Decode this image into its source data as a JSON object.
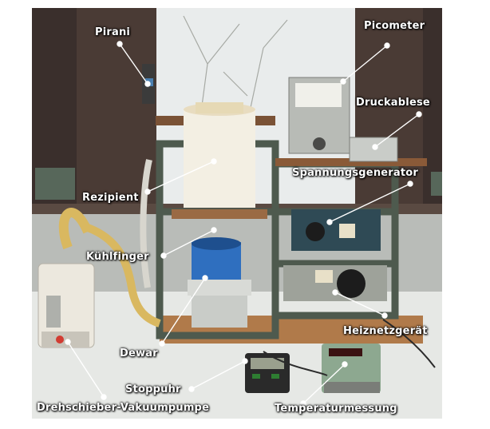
{
  "labels": {
    "pirani": "Pirani",
    "picometer": "Picometer",
    "druckablese": "Druckablese",
    "spannungsgenerator": "Spannungsgenerator",
    "rezipient": "Rezipient",
    "kuehlfinger": "Kühlfinger",
    "heiznetzgeraet": "Heiznetzgerät",
    "dewar": "Dewar",
    "stoppuhr": "Stoppuhr",
    "drehschieber": "Drehschieber-Vakuumpumpe",
    "temperaturmessung": "Temperaturmessung"
  },
  "colors": {
    "label_text": "#ffffff",
    "leader_line": "#ffffff",
    "frame": "#4e5a4e",
    "window": "#cfd6d8",
    "dewar_blue": "#2f6fbf"
  }
}
